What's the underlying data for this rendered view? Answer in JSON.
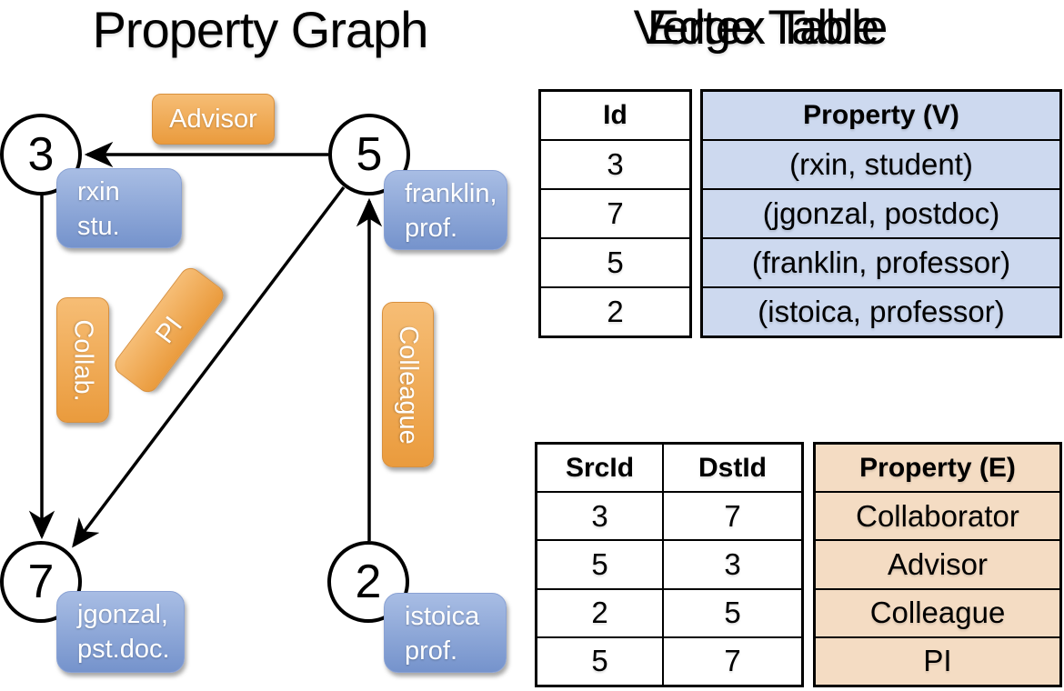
{
  "titles": {
    "graph": "Property Graph",
    "vertex": "Vertex Table",
    "edge": "Edge Table"
  },
  "graph": {
    "nodes": [
      {
        "id": "3",
        "label_line1": "rxin",
        "label_line2": "stu."
      },
      {
        "id": "5",
        "label_line1": "franklin,",
        "label_line2": "prof."
      },
      {
        "id": "7",
        "label_line1": "jgonzal,",
        "label_line2": "pst.doc."
      },
      {
        "id": "2",
        "label_line1": "istoica",
        "label_line2": "prof."
      }
    ],
    "edge_labels": {
      "advisor": "Advisor",
      "collab": "Collab.",
      "pi": "PI",
      "colleague": "Colleague"
    }
  },
  "vertex_table": {
    "col_id": "Id",
    "col_property": "Property (V)",
    "rows": [
      {
        "id": "3",
        "property": "(rxin, student)"
      },
      {
        "id": "7",
        "property": "(jgonzal, postdoc)"
      },
      {
        "id": "5",
        "property": "(franklin, professor)"
      },
      {
        "id": "2",
        "property": "(istoica, professor)"
      }
    ]
  },
  "edge_table": {
    "col_src": "SrcId",
    "col_dst": "DstId",
    "col_property": "Property (E)",
    "rows": [
      {
        "src": "3",
        "dst": "7",
        "property": "Collaborator"
      },
      {
        "src": "5",
        "dst": "3",
        "property": "Advisor"
      },
      {
        "src": "2",
        "dst": "5",
        "property": "Colleague"
      },
      {
        "src": "5",
        "dst": "7",
        "property": "PI"
      }
    ]
  },
  "colors": {
    "edge_label_top": "#f6bd75",
    "edge_label_bottom": "#ea9b3d",
    "edge_label_border": "#d8903e",
    "vertex_box_top": "#a8bde4",
    "vertex_box_bottom": "#7593cc",
    "vertex_box_border": "#8aa2d4",
    "vertex_cell_fill": "#cdd9ef",
    "edge_cell_fill": "#f4dcc3",
    "ink": "#000000"
  }
}
